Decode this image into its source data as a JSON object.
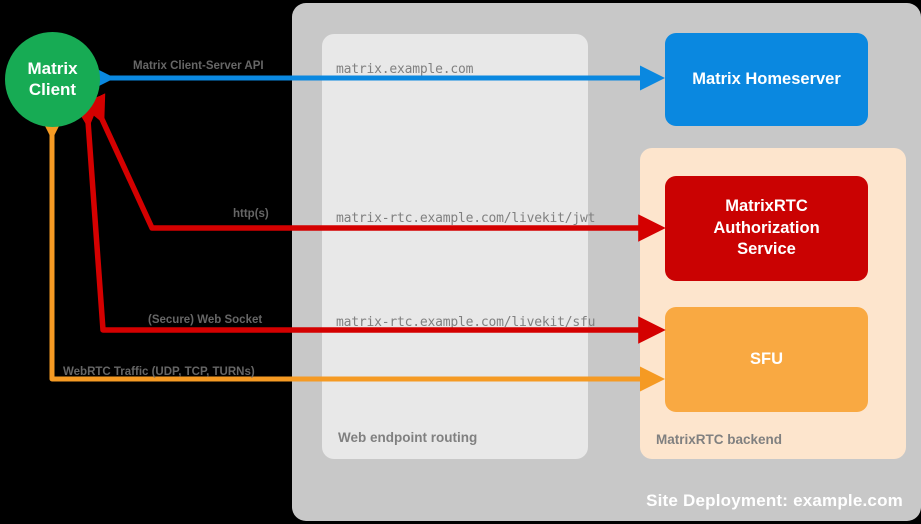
{
  "diagram": {
    "title": "MatrixRTC deployment topology",
    "background": "#000000"
  },
  "containers": {
    "site_deployment": {
      "label": "Site Deployment: example.com",
      "color": "#c8c8c8",
      "label_color": "#ffffff"
    },
    "web_endpoint_routing": {
      "label": "Web endpoint routing",
      "color": "#e8e8e8",
      "label_color": "#808080"
    },
    "matrixrtc_backend": {
      "label": "MatrixRTC backend",
      "color": "#fde5cd",
      "label_color": "#808080"
    }
  },
  "nodes": {
    "matrix_client": {
      "line1": "Matrix",
      "line2": "Client",
      "color": "#17ab54",
      "shape": "circle"
    },
    "matrix_homeserver": {
      "label": "Matrix Homeserver",
      "color": "#0a88e0",
      "shape": "rounded-rect"
    },
    "matrixrtc_auth_service": {
      "line1": "MatrixRTC",
      "line2": "Authorization",
      "line3": "Service",
      "color": "#ca0202",
      "shape": "rounded-rect"
    },
    "sfu": {
      "label": "SFU",
      "color": "#f9a942",
      "shape": "rounded-rect"
    }
  },
  "endpoints": [
    {
      "url": "matrix.example.com",
      "color": "#808080"
    },
    {
      "url": "matrix-rtc.example.com/livekit/jwt",
      "color": "#808080"
    },
    {
      "url": "matrix-rtc.example.com/livekit/sfu",
      "color": "#808080"
    }
  ],
  "connections": [
    {
      "label": "Matrix Client-Server API",
      "color": "#0a88e0",
      "direction": "bidirectional",
      "from": "matrix_client",
      "to": "matrix_homeserver"
    },
    {
      "label": "http(s)",
      "color": "#d40000",
      "direction": "bidirectional",
      "from": "matrix_client",
      "to": "matrixrtc_auth_service"
    },
    {
      "label": "(Secure) Web Socket",
      "color": "#d40000",
      "direction": "bidirectional",
      "from": "matrix_client",
      "to": "sfu"
    },
    {
      "label": "WebRTC Traffic (UDP, TCP, TURNs)",
      "color": "#f59a23",
      "direction": "bidirectional",
      "from": "matrix_client",
      "to": "sfu"
    }
  ],
  "colors": {
    "background": "#000000",
    "blue": "#0a88e0",
    "red": "#d40000",
    "orange": "#f59a23",
    "green": "#17ab54",
    "gray_outer": "#c8c8c8",
    "gray_inner": "#e8e8e8",
    "peach": "#fde5cd",
    "label_gray": "#666666"
  }
}
